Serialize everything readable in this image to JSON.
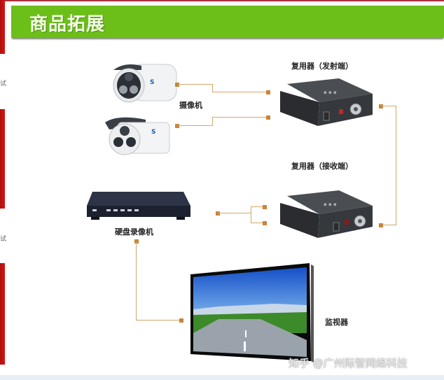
{
  "banner": {
    "title": "商品拓展",
    "color": "#6cbf19"
  },
  "devices": {
    "camera": {
      "label": "摄像机",
      "count": 2
    },
    "transmitter": {
      "label": "复用器（发射端）"
    },
    "receiver": {
      "label": "复用器（接收端）"
    },
    "dvr": {
      "label": "硬盘录像机"
    },
    "monitor": {
      "label": "监视器"
    }
  },
  "side": {
    "char1": "试",
    "char2": "试"
  },
  "watermark": "知乎 @广州际智网络科技",
  "colors": {
    "wire": "#d4a66a",
    "node": "#c9843a",
    "side_strip": "#c31414"
  }
}
